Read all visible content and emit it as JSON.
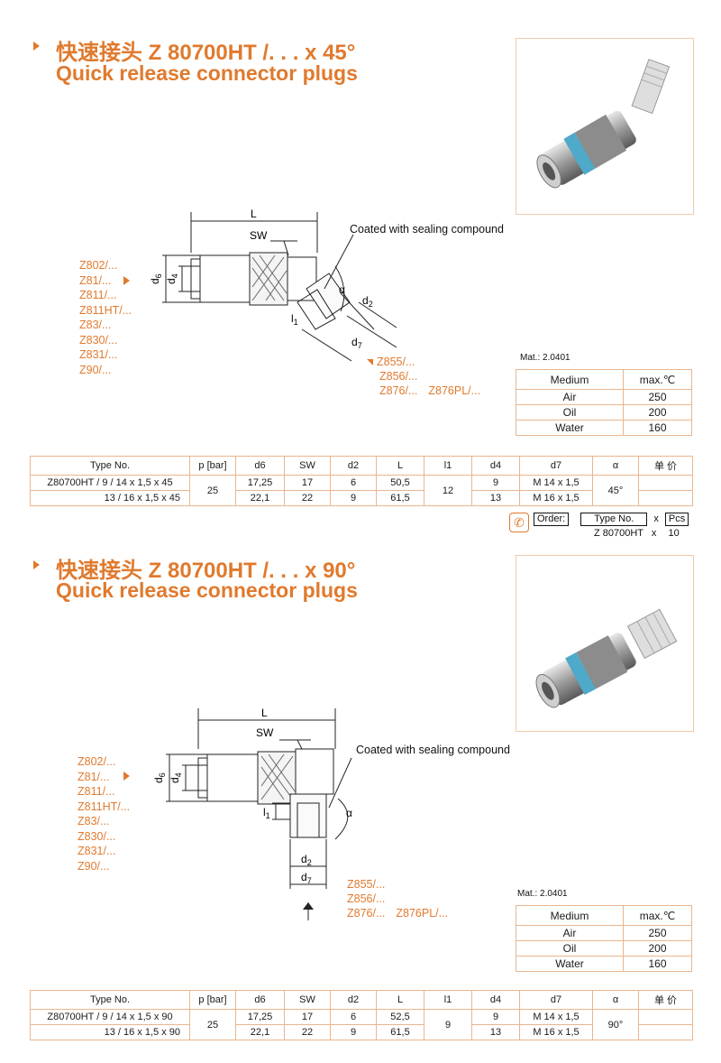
{
  "section1": {
    "title_cn": "快速接头 Z 80700HT /. . . x 45°",
    "title_en": "Quick release connector plugs",
    "series": [
      "Z802/...",
      "Z81/...",
      "Z811/...",
      "Z811HT/...",
      "Z83/...",
      "Z830/...",
      "Z831/...",
      "Z90/..."
    ],
    "sub_series": [
      "Z855/...",
      "Z856/...",
      "Z876/...",
      "Z876PL/..."
    ],
    "coated_label": "Coated with sealing compound",
    "dims": {
      "L": "L",
      "SW": "SW",
      "d6": "d",
      "d6_sub": "6",
      "d4": "d",
      "d4_sub": "4",
      "l1": "l",
      "l1_sub": "1",
      "d2": "d",
      "d2_sub": "2",
      "d7": "d",
      "d7_sub": "7",
      "alpha": "α"
    },
    "material": "Mat.: 2.0401",
    "media": {
      "headers": [
        "Medium",
        "max.℃"
      ],
      "rows": [
        [
          "Air",
          "250"
        ],
        [
          "Oil",
          "200"
        ],
        [
          "Water",
          "160"
        ]
      ]
    },
    "table": {
      "headers": [
        "Type No.",
        "p [bar]",
        "d6",
        "SW",
        "d2",
        "L",
        "l1",
        "d4",
        "d7",
        "α",
        "单 价"
      ],
      "rows": [
        [
          "Z80700HT / 9 / 14 x 1,5 x 45",
          "17,25",
          "17",
          "6",
          "50,5",
          "9",
          "M 14 x 1,5"
        ],
        [
          "13 / 16 x 1,5 x 45",
          "22,1",
          "22",
          "9",
          "61,5",
          "13",
          "M 16 x 1,5"
        ]
      ],
      "p_bar": "25",
      "l1": "12",
      "alpha": "45°"
    },
    "order": {
      "label": "Order:",
      "type_label": "Type No.",
      "x": "x",
      "pcs": "Pcs",
      "type_value": "Z 80700HT",
      "x2": "x",
      "qty": "10"
    }
  },
  "section2": {
    "title_cn": "快速接头 Z 80700HT /. . . x 90°",
    "title_en": "Quick release connector plugs",
    "series": [
      "Z802/...",
      "Z81/...",
      "Z811/...",
      "Z811HT/...",
      "Z83/...",
      "Z830/...",
      "Z831/...",
      "Z90/..."
    ],
    "sub_series": [
      "Z855/...",
      "Z856/...",
      "Z876/...",
      "Z876PL/..."
    ],
    "coated_label": "Coated with sealing compound",
    "dims": {
      "L": "L",
      "SW": "SW",
      "d6": "d",
      "d6_sub": "6",
      "d4": "d",
      "d4_sub": "4",
      "l1": "l",
      "l1_sub": "1",
      "d2": "d",
      "d2_sub": "2",
      "d7": "d",
      "d7_sub": "7",
      "alpha": "α"
    },
    "material": "Mat.: 2.0401",
    "media": {
      "headers": [
        "Medium",
        "max.℃"
      ],
      "rows": [
        [
          "Air",
          "250"
        ],
        [
          "Oil",
          "200"
        ],
        [
          "Water",
          "160"
        ]
      ]
    },
    "table": {
      "headers": [
        "Type No.",
        "p [bar]",
        "d6",
        "SW",
        "d2",
        "L",
        "l1",
        "d4",
        "d7",
        "α",
        "单 价"
      ],
      "rows": [
        [
          "Z80700HT / 9 / 14 x 1,5 x 90",
          "17,25",
          "17",
          "6",
          "52,5",
          "9",
          "M 14 x 1,5"
        ],
        [
          "13 / 16 x 1,5 x 90",
          "22,1",
          "22",
          "9",
          "61,5",
          "13",
          "M 16 x 1,5"
        ]
      ],
      "p_bar": "25",
      "l1": "9",
      "alpha": "90°"
    }
  }
}
